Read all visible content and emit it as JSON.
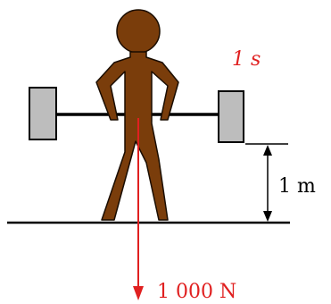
{
  "labels": {
    "time": "1 s",
    "distance": "1 m",
    "force": "1 000 N"
  },
  "colors": {
    "figure": "#7a3d0b",
    "figure_outline": "#1a0d00",
    "weight_plate": "#bdbdbd",
    "arrow": "#e02020",
    "lines": "#000000"
  }
}
